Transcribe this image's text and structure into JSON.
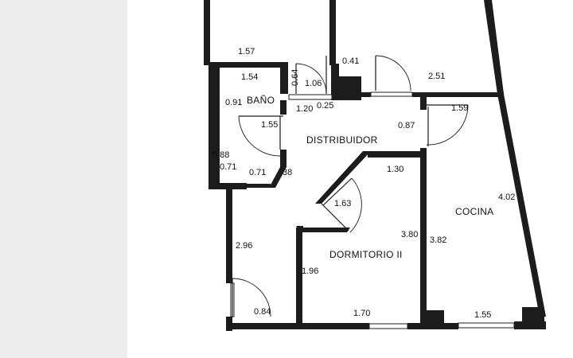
{
  "rooms": {
    "bano": "BAÑO",
    "distribuidor": "DISTRIBUIDOR",
    "cocina": "COCINA",
    "dormitorio_ii": "DORMITORIO II"
  },
  "dimensions": {
    "d_1_57": "1.57",
    "d_0_64": "0.64",
    "d_0_41": "0.41",
    "d_2_51": "2.51",
    "d_1_54": "1.54",
    "d_1_06": "1.06",
    "d_1_20": "1.20",
    "d_0_25": "0.25",
    "d_0_91": "0.91",
    "d_1_59": "1.59",
    "d_1_55_bath": "1.55",
    "d_0_87": "0.87",
    "d_0_88": "0.88",
    "d_0_71_a": "0.71",
    "d_0_71_b": "0.71",
    "d_0_38": ".38",
    "d_1_30": "1.30",
    "d_4_02": "4.02",
    "d_1_63": "1.63",
    "d_2_96": "2.96",
    "d_3_80": "3.80",
    "d_3_82": "3.82",
    "d_1_96": "1.96",
    "d_0_84": "0.84",
    "d_1_70": "1.70",
    "d_1_55_kitchen": "1.55"
  }
}
